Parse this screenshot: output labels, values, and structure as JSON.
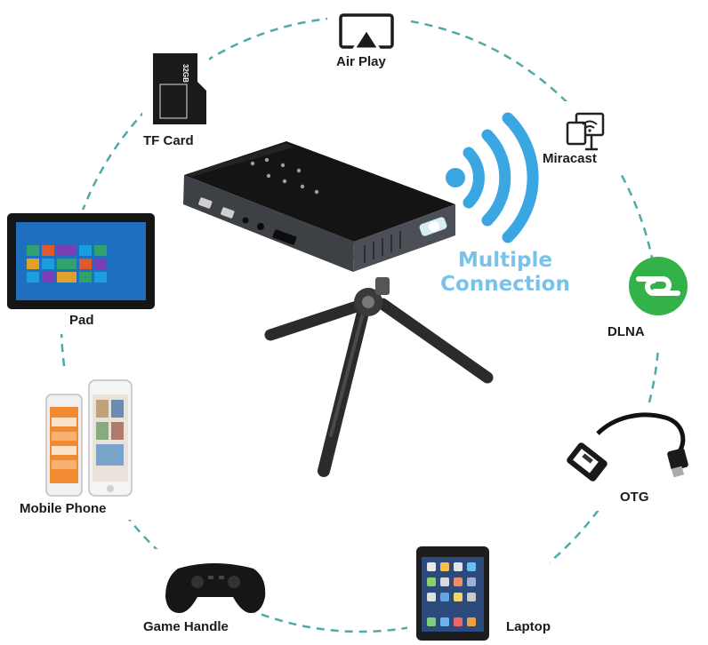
{
  "headline": {
    "line1": "Multiple",
    "line2": "Connection"
  },
  "devices": {
    "air_play": "Air Play",
    "miracast": "Miracast",
    "dlna": "DLNA",
    "otg": "OTG",
    "laptop": "Laptop",
    "game_handle": "Game Handle",
    "mobile_phone": "Mobile Phone",
    "pad": "Pad",
    "tf_card": "TF Card"
  },
  "tf_card_capacity": "32GB",
  "colors": {
    "circle_dash": "#4fa9a8",
    "headline": "#79c3ea",
    "wifi_waves": "#3aa7e3",
    "dlna_green": "#34b24a",
    "projector_body": "#1a1a1a",
    "label_text": "#1c1c1c"
  },
  "icons": [
    "airplay-icon",
    "miracast-icon",
    "dlna-icon",
    "otg-cable-icon",
    "tablet-icon",
    "gamepad-icon",
    "smartphones-icon",
    "windows-tablet-icon",
    "sd-card-icon",
    "wifi-waves-icon",
    "mini-projector",
    "tripod"
  ]
}
